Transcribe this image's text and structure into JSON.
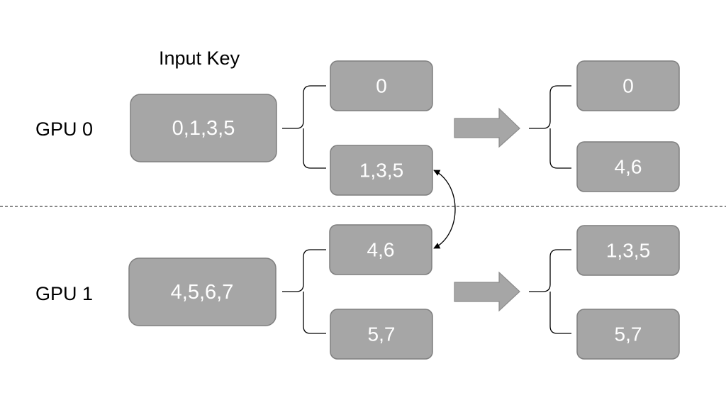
{
  "header": {
    "input_key_label": "Input Key"
  },
  "gpus": [
    {
      "label": "GPU 0",
      "input_key": "0,1,3,5",
      "split": [
        "0",
        "1,3,5"
      ],
      "result": [
        "0",
        "4,6"
      ]
    },
    {
      "label": "GPU 1",
      "input_key": "4,5,6,7",
      "split": [
        "4,6",
        "5,7"
      ],
      "result": [
        "1,3,5",
        "5,7"
      ]
    }
  ],
  "style": {
    "box_fill": "#a6a6a6",
    "box_stroke": "#7f7f7f",
    "box_text": "#ffffff",
    "arrow_fill": "#a6a6a6",
    "line": "#000000",
    "divider": "#404040"
  }
}
